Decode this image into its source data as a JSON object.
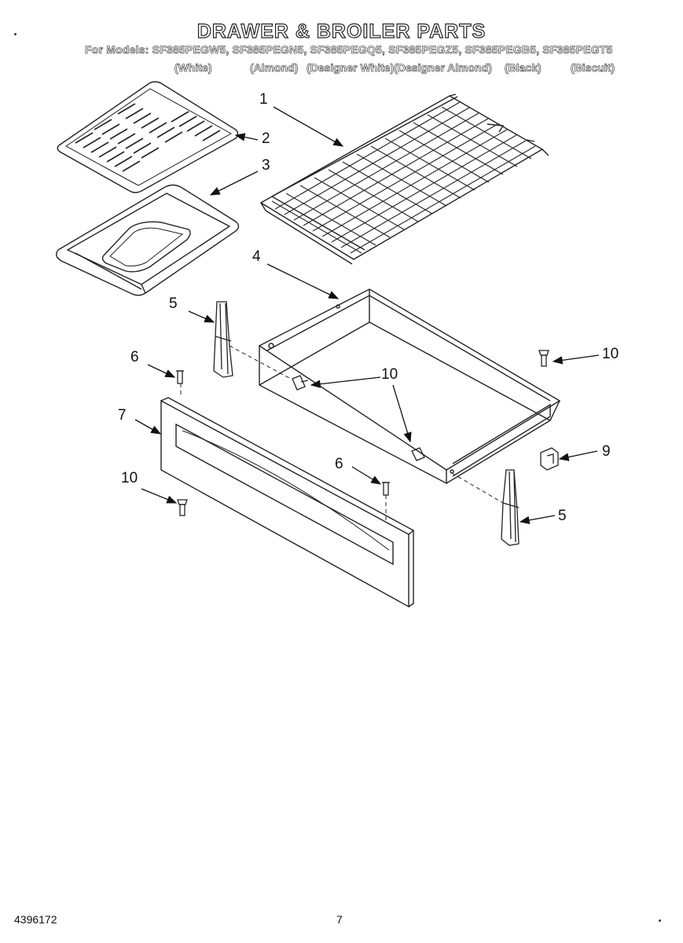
{
  "header": {
    "title": "DRAWER & BROILER PARTS",
    "models_line": "For Models: SF385PEGW5, SF385PEGN5, SF385PEGQ5, SF385PEGZ5, SF385PEGB5, SF385PEGT5",
    "colors": [
      "(White)",
      "(Almond)",
      "(Designer White)(Designer Almond)",
      "(Black)",
      "(Biscuit)"
    ]
  },
  "callouts": {
    "c1": "1",
    "c2": "2",
    "c3": "3",
    "c4": "4",
    "c5a": "5",
    "c5b": "5",
    "c6a": "6",
    "c6b": "6",
    "c7": "7",
    "c9": "9",
    "c10a": "10",
    "c10b": "10",
    "c10c": "10"
  },
  "footer": {
    "doc_number": "4396172",
    "page_number": "7"
  }
}
